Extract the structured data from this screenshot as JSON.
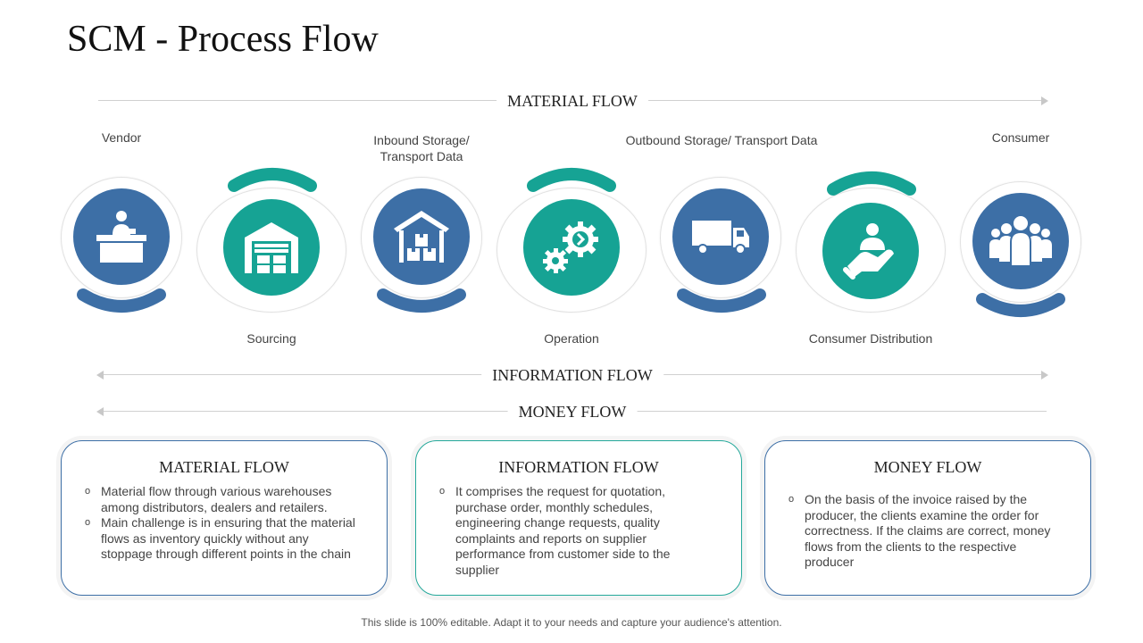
{
  "title": "SCM - Process Flow",
  "colors": {
    "blue": "#3d6fa6",
    "teal": "#16a394",
    "text": "#444444"
  },
  "flows": {
    "material": "MATERIAL FLOW",
    "information": "INFORMATION FLOW",
    "money": "MONEY FLOW"
  },
  "nodes": [
    {
      "label": "Vendor",
      "icon": "vendor-desk-icon",
      "color": "blue"
    },
    {
      "label": "Sourcing",
      "icon": "warehouse-icon",
      "color": "teal"
    },
    {
      "label": "Inbound Storage/ Transport Data",
      "icon": "inbound-storage-icon",
      "color": "blue"
    },
    {
      "label": "Operation",
      "icon": "gears-icon",
      "color": "teal"
    },
    {
      "label": "Outbound Storage/ Transport Data",
      "icon": "truck-icon",
      "color": "blue"
    },
    {
      "label": "Consumer Distribution",
      "icon": "hand-person-icon",
      "color": "teal"
    },
    {
      "label": "Consumer",
      "icon": "people-group-icon",
      "color": "blue"
    }
  ],
  "boxes": [
    {
      "title": "MATERIAL FLOW",
      "bullets": [
        "Material flow through various warehouses among distributors, dealers and retailers.",
        "Main challenge is in ensuring that the material flows as inventory quickly without any stoppage through different points in the chain"
      ]
    },
    {
      "title": "INFORMATION FLOW",
      "bullets": [
        "It comprises the request for quotation, purchase order, monthly schedules, engineering change requests, quality complaints and reports on supplier performance from customer side to the supplier"
      ]
    },
    {
      "title": "MONEY FLOW",
      "bullets": [
        "On the basis of the invoice raised by the producer, the clients examine the order for correctness. If the claims are correct, money flows from the clients to the respective producer"
      ]
    }
  ],
  "footer": "This slide is 100% editable. Adapt it to your needs and capture your audience's attention."
}
